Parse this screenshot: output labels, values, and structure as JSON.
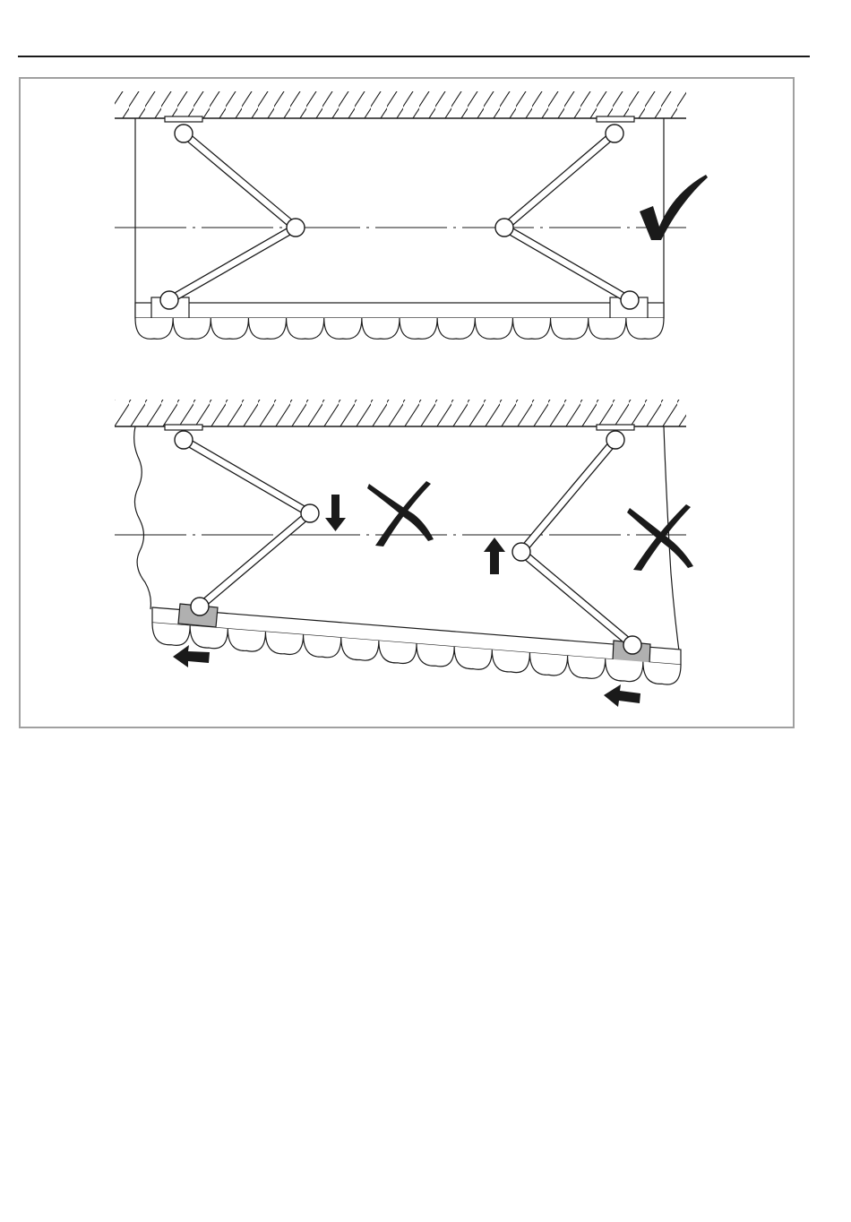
{
  "page": {
    "background": "#ffffff"
  },
  "figure": {
    "frame_color": "#a0a0a0",
    "line_color": "#1a1a1a",
    "slider_fill_wrong": "#b0b0b0",
    "panels": [
      {
        "state": "correct",
        "status_mark": "check-icon",
        "arms": [
          "left-arm",
          "right-arm"
        ],
        "scallop_count": 14
      },
      {
        "state": "incorrect",
        "status_marks": [
          "cross-icon",
          "cross-icon"
        ],
        "direction_arrows": [
          "arrow-down-icon",
          "arrow-up-icon",
          "arrow-left-icon",
          "arrow-left-icon"
        ],
        "arms": [
          "left-arm",
          "right-arm"
        ],
        "scallop_count": 14
      }
    ]
  }
}
